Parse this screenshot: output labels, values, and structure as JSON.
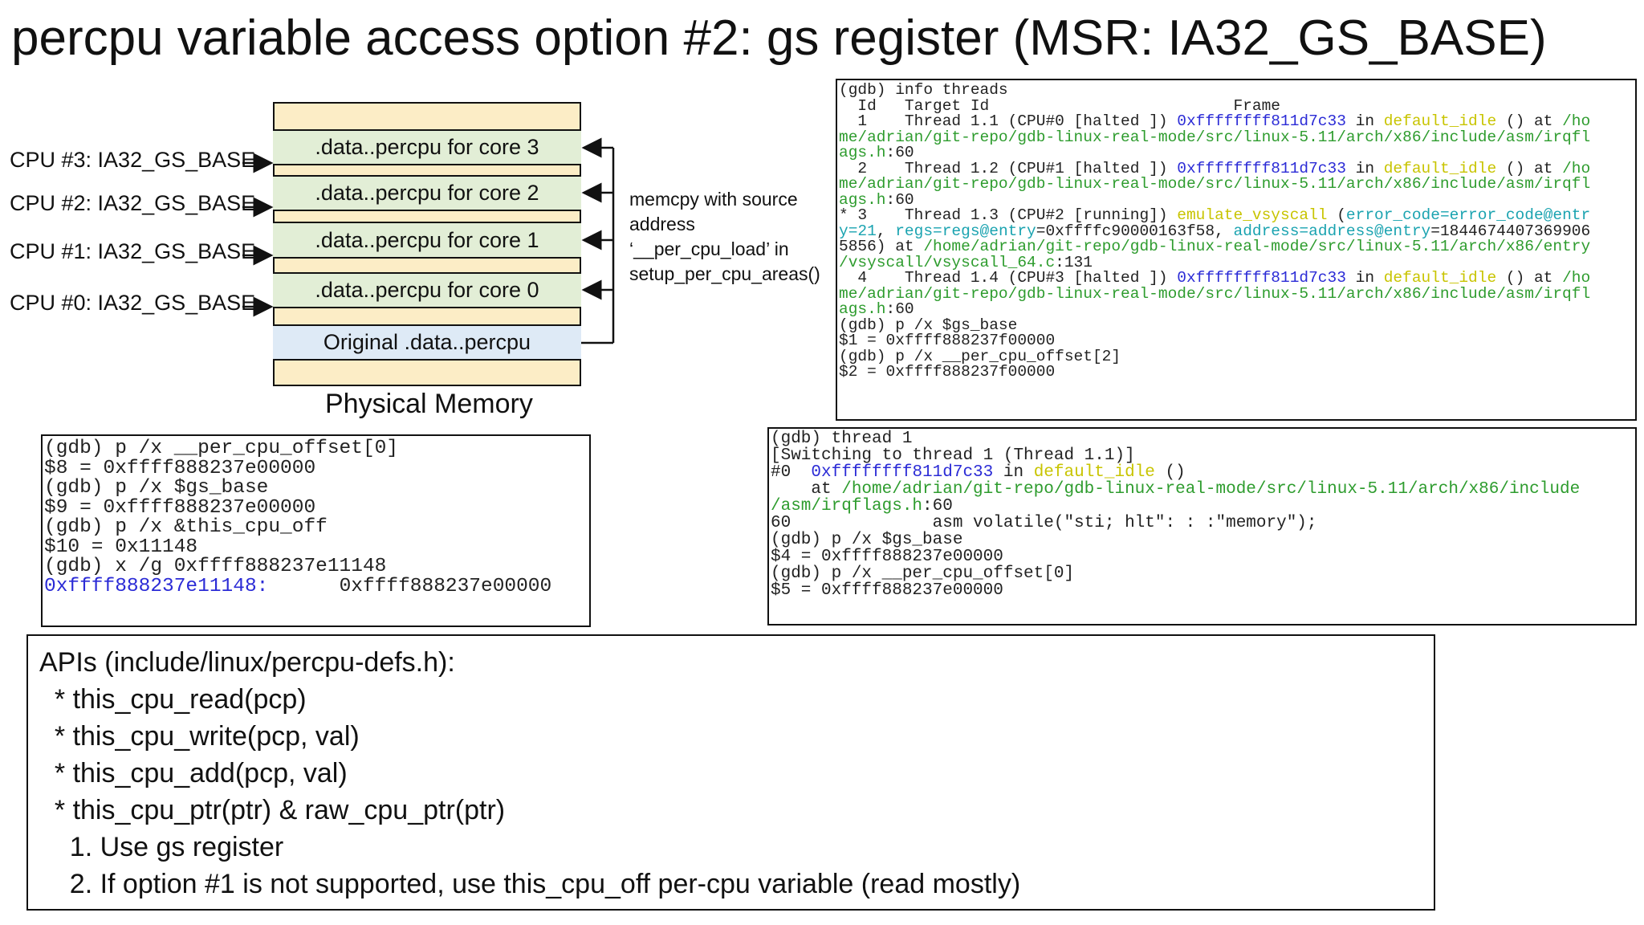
{
  "title": "percpu variable access option #2: gs register (MSR: IA32_GS_BASE)",
  "memory": {
    "segments": [
      ".data..percpu for core 3",
      ".data..percpu for core 2",
      ".data..percpu for core 1",
      ".data..percpu for core 0",
      "Original .data..percpu"
    ],
    "caption": "Physical Memory",
    "cpu_labels": [
      "CPU #3: IA32_GS_BASE",
      "CPU #2: IA32_GS_BASE",
      "CPU #1: IA32_GS_BASE",
      "CPU #0: IA32_GS_BASE"
    ],
    "memcpy_note": "memcpy with source address ‘__per_cpu_load’ in setup_per_cpu_areas()"
  },
  "gdb_threads": {
    "l1": "(gdb) info threads",
    "l2": "  Id   Target Id                          Frame",
    "l3a": "  1    Thread 1.1 (CPU#0 [halted ]) ",
    "l3b": "0xffffffff811d7c33",
    "l3c": " in ",
    "l3d": "default_idle",
    "l3e": " () at ",
    "l3f": "/ho",
    "l4": "me/adrian/git-repo/gdb-linux-real-mode/src/linux-5.11/arch/x86/include/asm/irqfl",
    "l5a": "ags.h",
    "l5b": ":60",
    "l6a": "  2    Thread 1.2 (CPU#1 [halted ]) ",
    "l6b": "0xffffffff811d7c33",
    "l6c": " in ",
    "l6d": "default_idle",
    "l6e": " () at ",
    "l6f": "/ho",
    "l7": "me/adrian/git-repo/gdb-linux-real-mode/src/linux-5.11/arch/x86/include/asm/irqfl",
    "l8a": "ags.h",
    "l8b": ":60",
    "l9a": "* 3    Thread 1.3 (CPU#2 [running]) ",
    "l9b": "emulate_vsyscall",
    "l9c": " (",
    "l9d": "error_code=error_code@entr",
    "l10a": "y=21",
    "l10b": ", ",
    "l10c": "regs=regs@entry",
    "l10d": "=0xffffc90000163f58, ",
    "l10e": "address=address@entry",
    "l10f": "=1844674407369906",
    "l11a": "5856) at ",
    "l11b": "/home/adrian/git-repo/gdb-linux-real-mode/src/linux-5.11/arch/x86/entry",
    "l12a": "/vsyscall/vsyscall_64.c",
    "l12b": ":131",
    "l13a": "  4    Thread 1.4 (CPU#3 [halted ]) ",
    "l13b": "0xffffffff811d7c33",
    "l13c": " in ",
    "l13d": "default_idle",
    "l13e": " () at ",
    "l13f": "/ho",
    "l14": "me/adrian/git-repo/gdb-linux-real-mode/src/linux-5.11/arch/x86/include/asm/irqfl",
    "l15a": "ags.h",
    "l15b": ":60",
    "l16": "(gdb) p /x $gs_base",
    "l17": "$1 = 0xffff888237f00000",
    "l18": "(gdb) p /x __per_cpu_offset[2]",
    "l19": "$2 = 0xffff888237f00000"
  },
  "gdb_percpu": {
    "l1": "(gdb) p /x __per_cpu_offset[0]",
    "l2": "$8 = 0xffff888237e00000",
    "l3": "(gdb) p /x $gs_base",
    "l4": "$9 = 0xffff888237e00000",
    "l5": "(gdb) p /x &this_cpu_off",
    "l6": "$10 = 0x11148",
    "l7": "(gdb) x /g 0xffff888237e11148",
    "l8a": "0xffff888237e11148:",
    "l8b": "      0xffff888237e00000"
  },
  "gdb_thread1": {
    "l1": "(gdb) thread 1",
    "l2": "[Switching to thread 1 (Thread 1.1)]",
    "l3a": "#0  ",
    "l3b": "0xffffffff811d7c33",
    "l3c": " in ",
    "l3d": "default_idle",
    "l3e": " ()",
    "l4a": "    at ",
    "l4b": "/home/adrian/git-repo/gdb-linux-real-mode/src/linux-5.11/arch/x86/include",
    "l5a": "/asm/irqflags.h",
    "l5b": ":60",
    "l6": "60              asm volatile(\"sti; hlt\": : :\"memory\");",
    "l7": "(gdb) p /x $gs_base",
    "l8": "$4 = 0xffff888237e00000",
    "l9": "(gdb) p /x __per_cpu_offset[0]",
    "l10": "$5 = 0xffff888237e00000"
  },
  "apis": {
    "heading": "APIs (include/linux/percpu-defs.h):",
    "items": [
      "  * this_cpu_read(pcp)",
      "  * this_cpu_write(pcp, val)",
      "  * this_cpu_add(pcp, val)",
      "  * this_cpu_ptr(ptr) & raw_cpu_ptr(ptr)",
      "    1. Use gs register",
      "    2. If option #1 is not supported, use this_cpu_off per-cpu variable (read mostly)"
    ]
  },
  "colors": {
    "memory_background": "#fcedc6",
    "percpu_segment": "#e2eed6",
    "original_segment": "#deeaf6",
    "gdb_address": "#2b2bd6",
    "gdb_function": "#c8c400",
    "gdb_path": "#2e9c2e",
    "gdb_argument": "#1aa3b0"
  }
}
